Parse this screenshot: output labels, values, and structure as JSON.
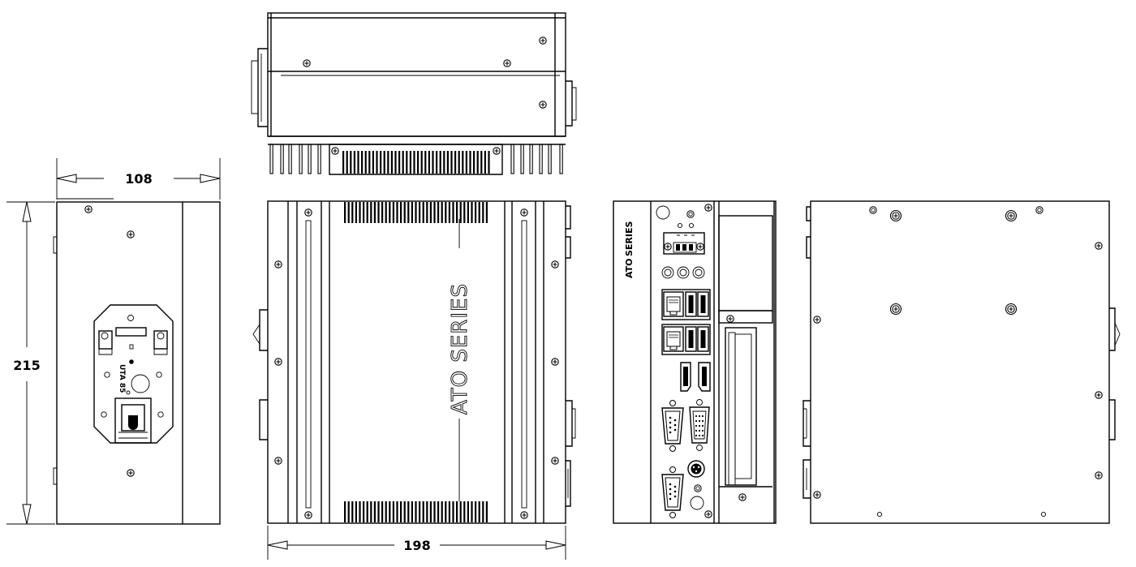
{
  "dimensions": {
    "width_top": "108",
    "height_left": "215",
    "width_bottom": "198"
  },
  "labels": {
    "series_brand": "ATO SERIES",
    "front_logo": "ATO",
    "front_logo_series": "SERIES",
    "din_clip_text": "UTA 85"
  }
}
